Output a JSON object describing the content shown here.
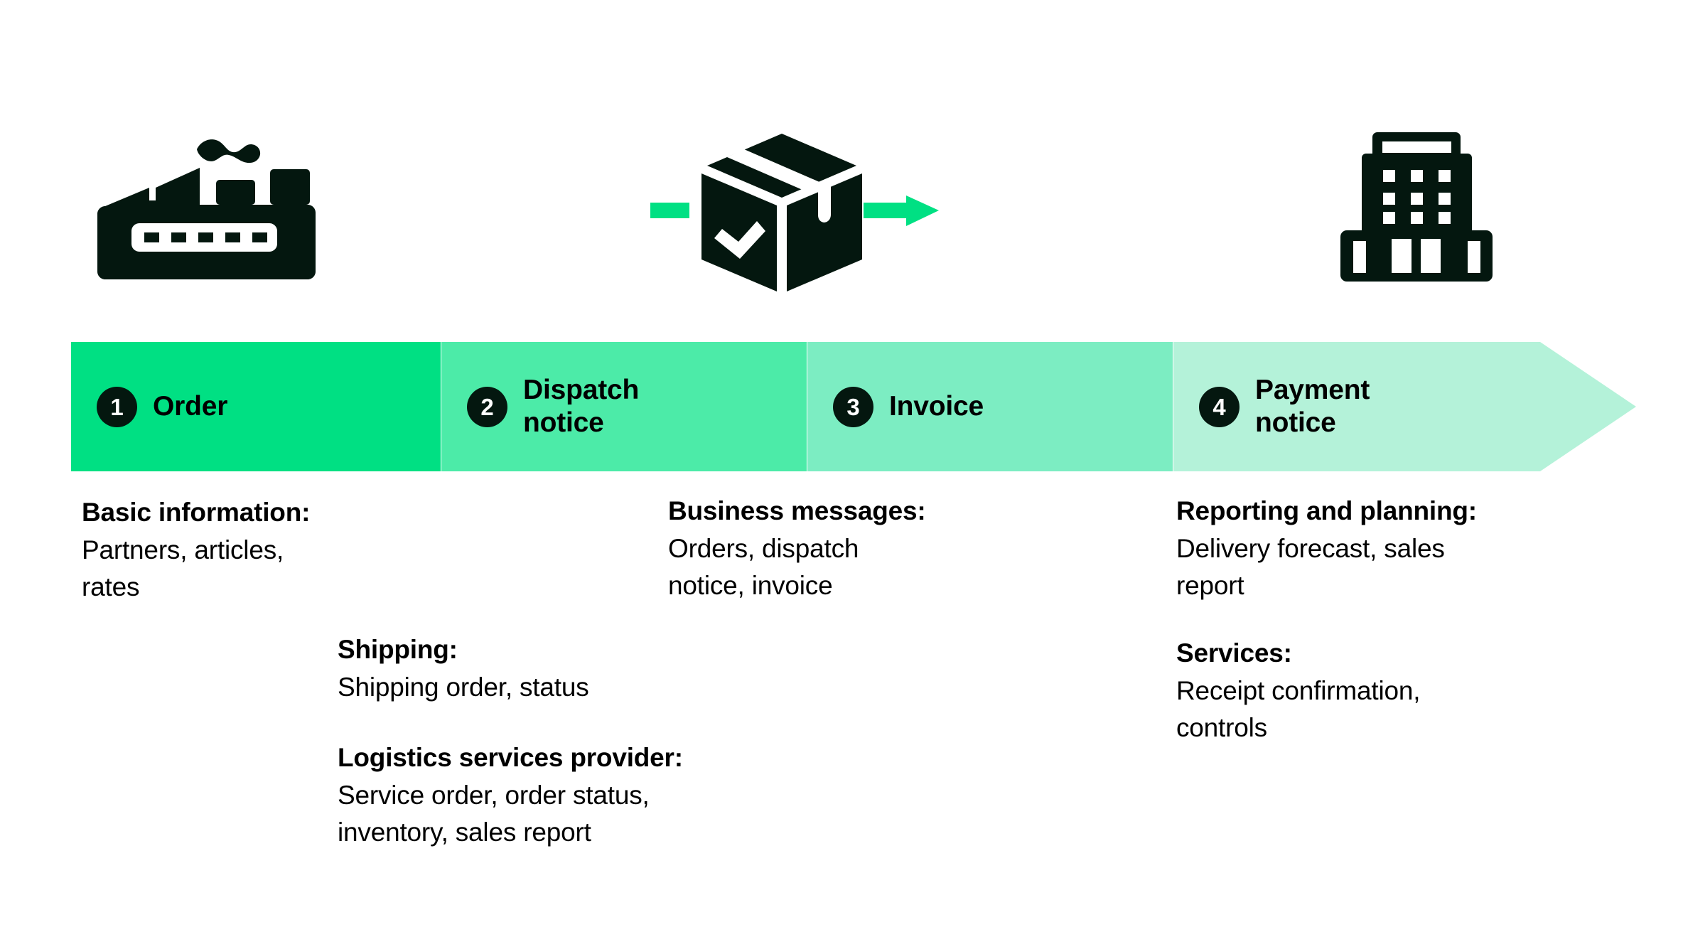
{
  "icons": [
    {
      "name": "factory-icon",
      "label": "Factory / manufacturer"
    },
    {
      "name": "shipment-box-icon",
      "label": "Shipment box with check mark in transit"
    },
    {
      "name": "office-building-icon",
      "label": "Office building / customer"
    }
  ],
  "colors": {
    "step_1": "#00E083",
    "step_2": "#4CEBA8",
    "step_3": "#7CEDC2",
    "step_4": "#B4F2D9",
    "badge": "#04170F",
    "icon_dark": "#04170F",
    "accent_green": "#00E083",
    "text": "#000000",
    "background": "#FFFFFF"
  },
  "process": {
    "steps": [
      {
        "number": "1",
        "label": "Order"
      },
      {
        "number": "2",
        "label": "Dispatch\nnotice"
      },
      {
        "number": "3",
        "label": "Invoice"
      },
      {
        "number": "4",
        "label": "Payment\nnotice"
      }
    ]
  },
  "blocks": {
    "basic_information": {
      "heading": "Basic information:",
      "body": "Partners, articles,\nrates"
    },
    "shipping": {
      "heading": "Shipping:",
      "body": "Shipping order, status"
    },
    "logistics_services_provider": {
      "heading": "Logistics services provider:",
      "body": "Service order, order status,\ninventory, sales report"
    },
    "business_messages": {
      "heading": "Business messages:",
      "body": "Orders, dispatch\nnotice, invoice"
    },
    "reporting_and_planning": {
      "heading": "Reporting and planning:",
      "body": "Delivery forecast, sales\nreport"
    },
    "services": {
      "heading": "Services:",
      "body": "Receipt confirmation,\ncontrols"
    }
  }
}
